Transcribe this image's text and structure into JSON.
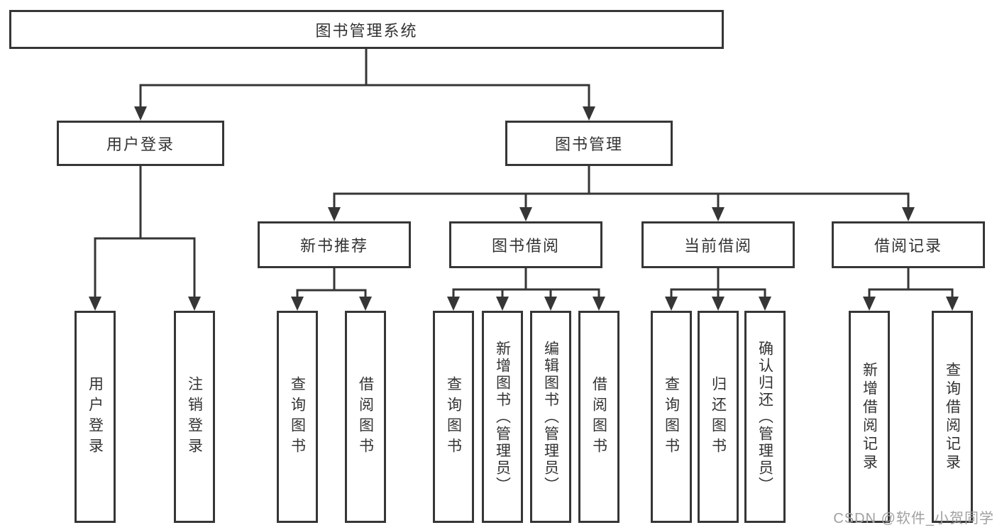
{
  "colors": {
    "line": "#363636",
    "text": "#333333",
    "box_background": "#ffffff",
    "page_background": "#ffffff",
    "watermark": "#a0a0a0"
  },
  "diagram": {
    "title": "图书管理系统",
    "level2": [
      {
        "label": "用户登录",
        "children": [
          "用户登录",
          "注销登录"
        ]
      },
      {
        "label": "图书管理",
        "sections": [
          {
            "label": "新书推荐",
            "children": [
              "查询图书",
              "借阅图书"
            ]
          },
          {
            "label": "图书借阅",
            "children": [
              "查询图书",
              "新增图书（管理员）",
              "编辑图书（管理员）",
              "借阅图书"
            ]
          },
          {
            "label": "当前借阅",
            "children": [
              "查询图书",
              "归还图书",
              "确认归还（管理员）"
            ]
          },
          {
            "label": "借阅记录",
            "children": [
              "新增借阅记录",
              "查询借阅记录"
            ]
          }
        ]
      }
    ]
  },
  "watermark": {
    "text": "CSDN @软件_小贺同学"
  }
}
